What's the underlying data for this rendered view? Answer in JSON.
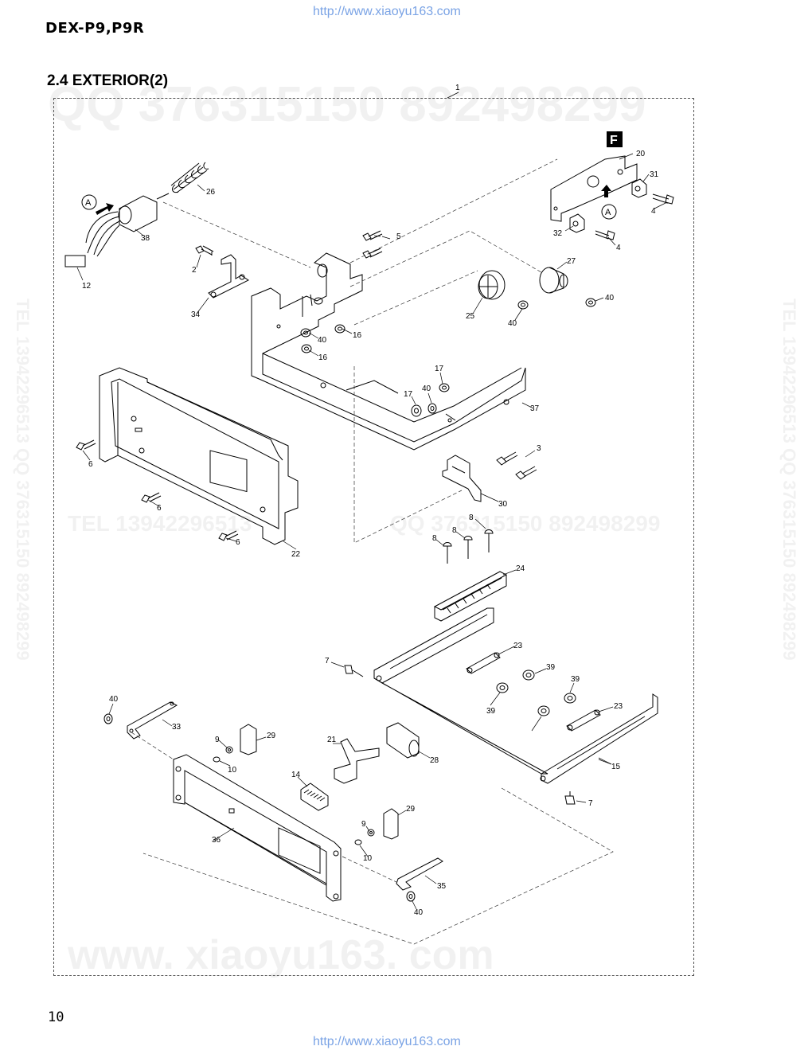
{
  "header": {
    "url_top": "http://www.xiaoyu163.com",
    "model": "DEX-P9,P9R",
    "section_title": "2.4 EXTERIOR(2)"
  },
  "footer": {
    "page_number": "10",
    "url_bottom": "http://www.xiaoyu163.com"
  },
  "watermarks": {
    "qq_top": "QQ 376315150  892498299",
    "tel_mid": "TEL 13942296513",
    "qq_mid": "QQ 376315150 892498299",
    "vertical": "TEL 13942296513 QQ 376315150 892498299",
    "bottom": "www. xiaoyu163. com"
  },
  "diagram": {
    "f_badge": "F",
    "callout_a": "A",
    "callouts": [
      "1",
      "20",
      "31",
      "4",
      "26",
      "38",
      "12",
      "5",
      "2",
      "32",
      "4",
      "27",
      "34",
      "40",
      "16",
      "16",
      "25",
      "40",
      "40",
      "17",
      "17",
      "40",
      "37",
      "6",
      "3",
      "30",
      "6",
      "6",
      "22",
      "8",
      "8",
      "8",
      "24",
      "7",
      "23",
      "39",
      "39",
      "39",
      "23",
      "40",
      "33",
      "29",
      "21",
      "28",
      "9",
      "10",
      "14",
      "15",
      "36",
      "29",
      "9",
      "10",
      "7",
      "35",
      "40"
    ]
  }
}
